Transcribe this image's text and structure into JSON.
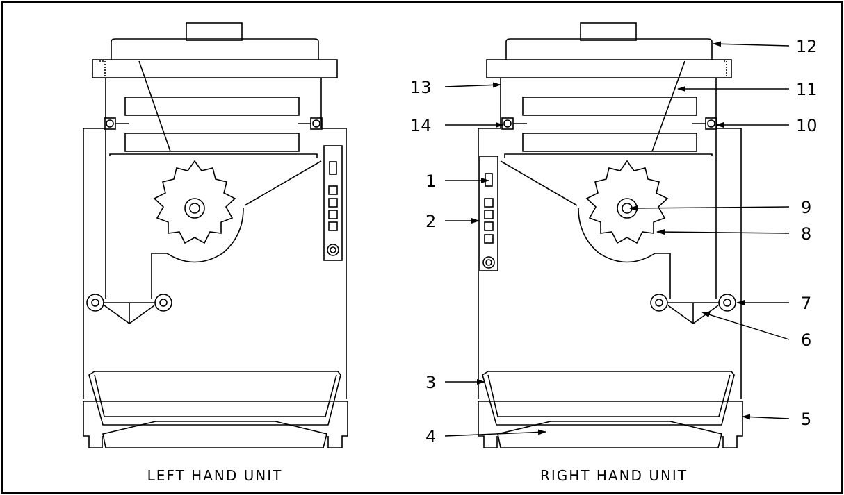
{
  "captions": {
    "left_unit": "LEFT HAND UNIT",
    "right_unit": "RIGHT HAND UNIT"
  },
  "callouts": [
    {
      "id": "12",
      "text": "12"
    },
    {
      "id": "13",
      "text": "13"
    },
    {
      "id": "11",
      "text": "11"
    },
    {
      "id": "14",
      "text": "14"
    },
    {
      "id": "10",
      "text": "10"
    },
    {
      "id": "1",
      "text": "1"
    },
    {
      "id": "9",
      "text": "9"
    },
    {
      "id": "2",
      "text": "2"
    },
    {
      "id": "8",
      "text": "8"
    },
    {
      "id": "7",
      "text": "7"
    },
    {
      "id": "6",
      "text": "6"
    },
    {
      "id": "3",
      "text": "3"
    },
    {
      "id": "5",
      "text": "5"
    },
    {
      "id": "4",
      "text": "4"
    }
  ]
}
